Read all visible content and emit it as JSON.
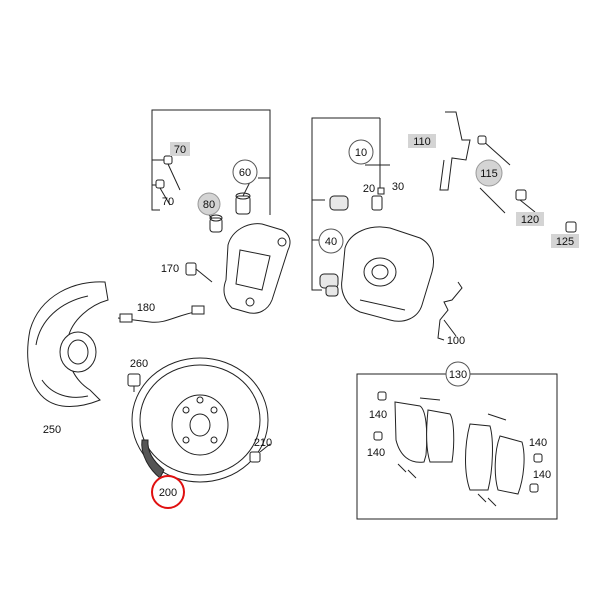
{
  "diagram": {
    "labels": {
      "p10": "10",
      "p20": "20",
      "p30": "30",
      "p40": "40",
      "p60": "60",
      "p70a": "70",
      "p70b": "70",
      "p80": "80",
      "p100": "100",
      "p110": "110",
      "p115": "115",
      "p120": "120",
      "p125": "125",
      "p130": "130",
      "p140a": "140",
      "p140b": "140",
      "p140c": "140",
      "p140d": "140",
      "p170": "170",
      "p180": "180",
      "p200": "200",
      "p210": "210",
      "p250": "250",
      "p260": "260"
    },
    "highlight": {
      "part": "200",
      "color": "#e01010"
    },
    "colors": {
      "callout_gray": "#d4d4d4",
      "line": "#222222"
    }
  }
}
